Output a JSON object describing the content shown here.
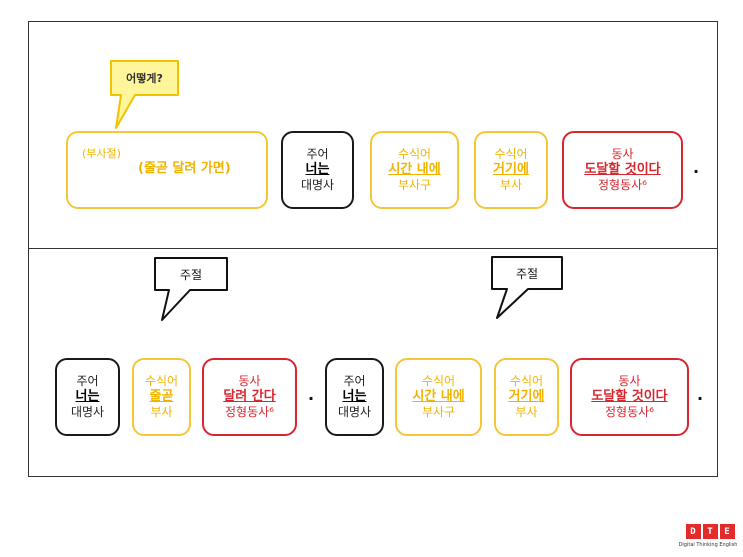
{
  "panel_top": {
    "callout": "어떻게?",
    "adverbial_clause": {
      "tag": "(부사절)",
      "phrase": "(줄곧 달려 가면)"
    },
    "boxes": [
      {
        "role": "주어",
        "word": "너는",
        "category": "대명사",
        "style": "black"
      },
      {
        "role": "수식어",
        "word": "시간 내에",
        "category": "부사구",
        "style": "yellow"
      },
      {
        "role": "수식어",
        "word": "거기에",
        "category": "부사",
        "style": "yellow"
      },
      {
        "role": "동사",
        "word": "도달할 것이다",
        "category": "정형동사⁶",
        "style": "red"
      }
    ],
    "period": "."
  },
  "panel_bottom": {
    "callouts": [
      "주절",
      "주절"
    ],
    "clause_1": [
      {
        "role": "주어",
        "word": "너는",
        "category": "대명사",
        "style": "black"
      },
      {
        "role": "수식어",
        "word": "줄곧",
        "category": "부사",
        "style": "yellow"
      },
      {
        "role": "동사",
        "word": "달려 간다",
        "category": "정형동사⁶",
        "style": "red"
      }
    ],
    "period_1": ".",
    "clause_2": [
      {
        "role": "주어",
        "word": "너는",
        "category": "대명사",
        "style": "black"
      },
      {
        "role": "수식어",
        "word": "시간 내에",
        "category": "부사구",
        "style": "yellow"
      },
      {
        "role": "수식어",
        "word": "거기에",
        "category": "부사",
        "style": "yellow"
      },
      {
        "role": "동사",
        "word": "도달할 것이다",
        "category": "정형동사⁶",
        "style": "red"
      }
    ],
    "period_2": "."
  },
  "logo": {
    "letters": [
      "D",
      "T",
      "E"
    ],
    "subtitle": "Digital Thinking English"
  },
  "colors": {
    "subject": "#1a1a1a",
    "modifier": "#f5c53a",
    "verb": "#d8262f",
    "callout_fill": "#fff59a",
    "callout_border": "#f2c200"
  }
}
